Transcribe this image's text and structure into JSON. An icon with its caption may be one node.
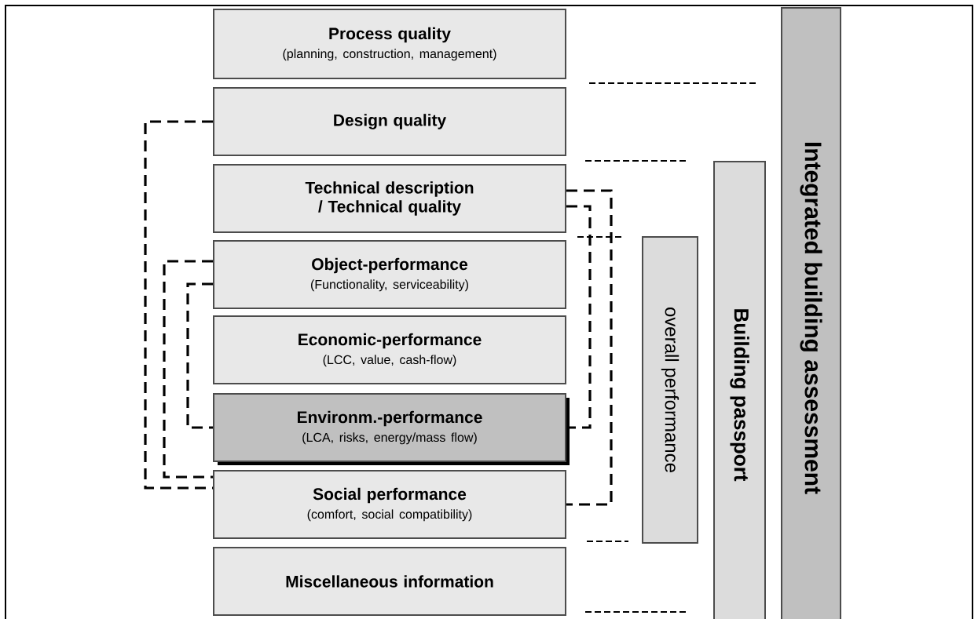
{
  "diagram": {
    "nodes": [
      {
        "text": [
          "Process quality",
          "(planning, construction, management)"
        ]
      },
      {
        "text": [
          "Design quality"
        ]
      },
      {
        "text": [
          "Technical description / Technical quality"
        ]
      },
      {
        "text": [
          "Object-performance",
          "(Functionality, serviceability)"
        ]
      },
      {
        "text": [
          "Economic-performance",
          "(LCC, value, cash-flow)"
        ]
      },
      {
        "text": [
          "Environm.-performance",
          "(LCA, risks, energy/mass flow)"
        ]
      },
      {
        "text": [
          "Social performance",
          "(comfort, social compatibility)"
        ]
      },
      {
        "text": [
          "Miscellaneous information"
        ]
      },
      {
        "text": [
          "overall performance"
        ]
      },
      {
        "text": [
          "Building passport"
        ]
      },
      {
        "text": [
          "Integrated building assessment"
        ]
      }
    ],
    "edges": [
      {
        "from": 1,
        "to": 6,
        "arrow": "none",
        "style": "dashed"
      },
      {
        "from": 3,
        "to": 6,
        "arrow": "none",
        "style": "dashed"
      },
      {
        "from": 3,
        "to": 5,
        "arrow": "none",
        "style": "dashed"
      },
      {
        "from": 2,
        "to": 6,
        "arrow": "none",
        "style": "dashed"
      },
      {
        "from": 2,
        "to": 5,
        "arrow": "none",
        "style": "dashed"
      }
    ]
  }
}
